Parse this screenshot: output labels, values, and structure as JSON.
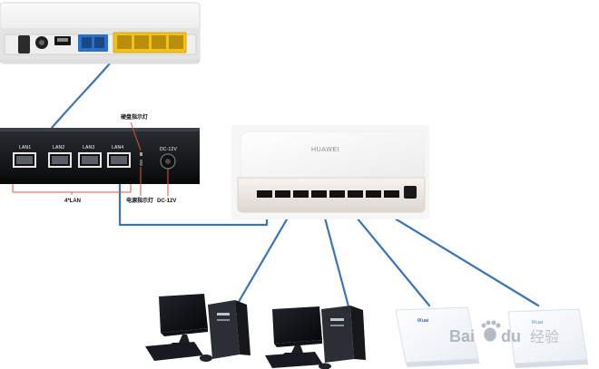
{
  "router": {
    "name": "optical-network-terminal",
    "ports": 4
  },
  "mini_pc": {
    "port_labels": [
      "LAN1",
      "LAN2",
      "LAN3",
      "LAN4"
    ],
    "callout_top": "硬盘指示灯",
    "callout_bottom_left": "4*LAN",
    "callout_bottom_mid": "电源指示灯",
    "callout_bottom_right": "DC-12V",
    "dc_label": "DC-12V"
  },
  "switch": {
    "brand": "HUAWEI"
  },
  "access_points": {
    "brand_left": "iKuai",
    "brand_right": "iKuai"
  },
  "watermark": {
    "brand": "Bai",
    "brand_suffix": "du",
    "subtitle": "经验"
  },
  "colors": {
    "cable": "#3b73b8",
    "router_body": "#f3f3f3",
    "mini_pc": "#121418",
    "switch_body": "#ffffff",
    "desktop": "#1d1f25",
    "ap_body": "#f6f8fb"
  }
}
